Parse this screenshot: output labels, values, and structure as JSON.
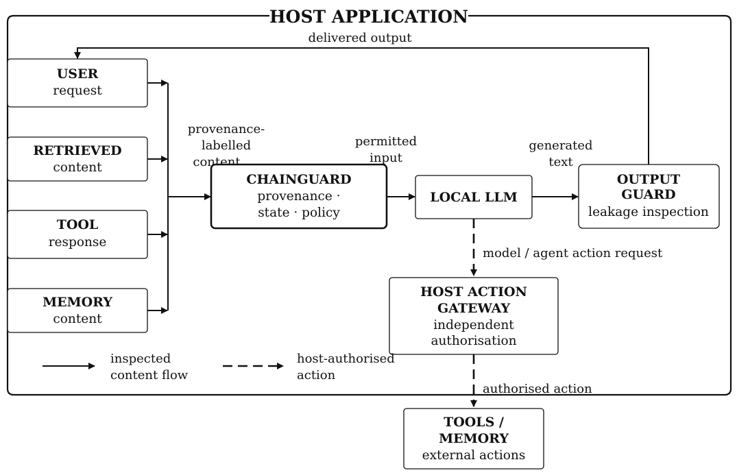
{
  "title": "HOST APPLICATION",
  "sources": [
    {
      "name": "USER",
      "sub": "request"
    },
    {
      "name": "RETRIEVED",
      "sub": "content"
    },
    {
      "name": "TOOL",
      "sub": "response"
    },
    {
      "name": "MEMORY",
      "sub": "content"
    }
  ],
  "chainguard": {
    "name": "CHAINGUARD",
    "line1": "provenance ·",
    "line2": "state · policy"
  },
  "llm": {
    "name": "LOCAL LLM"
  },
  "output_guard": {
    "name1": "OUTPUT",
    "name2": "GUARD",
    "sub": "leakage inspection"
  },
  "gateway": {
    "name1": "HOST ACTION",
    "name2": "GATEWAY",
    "sub1": "independent",
    "sub2": "authorisation"
  },
  "tools_memory": {
    "name1": "TOOLS /",
    "name2": "MEMORY",
    "sub": "external actions"
  },
  "labels": {
    "delivered": "delivered output",
    "prov1": "provenance-",
    "prov2": "labelled",
    "prov3": "content",
    "perm1": "permitted",
    "perm2": "input",
    "gen1": "generated",
    "gen2": "text",
    "action_request": "model / agent action request",
    "authorised_action": "authorised action"
  },
  "legend": {
    "solid1": "inspected",
    "solid2": "content flow",
    "dashed1": "host-authorised",
    "dashed2": "action"
  }
}
